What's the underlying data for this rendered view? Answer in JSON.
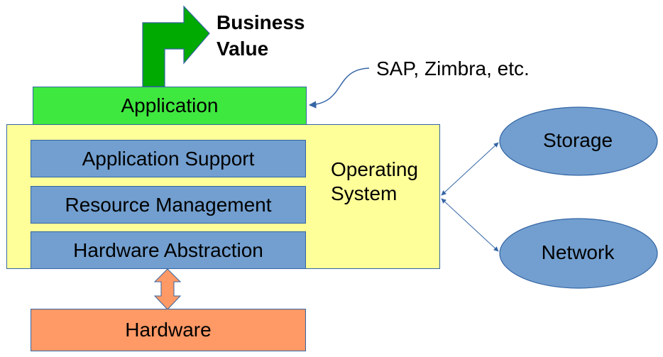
{
  "diagram": {
    "business_value": {
      "line1": "Business",
      "line2": "Value"
    },
    "application": {
      "label": "Application",
      "examples": "SAP, Zimbra, etc."
    },
    "operating_system": {
      "line1": "Operating",
      "line2": "System",
      "layers": [
        {
          "label": "Application Support"
        },
        {
          "label": "Resource Management"
        },
        {
          "label": "Hardware Abstraction"
        }
      ]
    },
    "hardware": {
      "label": "Hardware"
    },
    "peripherals": [
      {
        "label": "Storage"
      },
      {
        "label": "Network"
      }
    ],
    "colors": {
      "application": "#3fe83f",
      "business_arrow": "#00aa00",
      "operating_system": "#ffff99",
      "layer": "#729fcf",
      "hardware": "#ff9966",
      "ellipse": "#729fcf",
      "connector": "#3465a4"
    }
  }
}
